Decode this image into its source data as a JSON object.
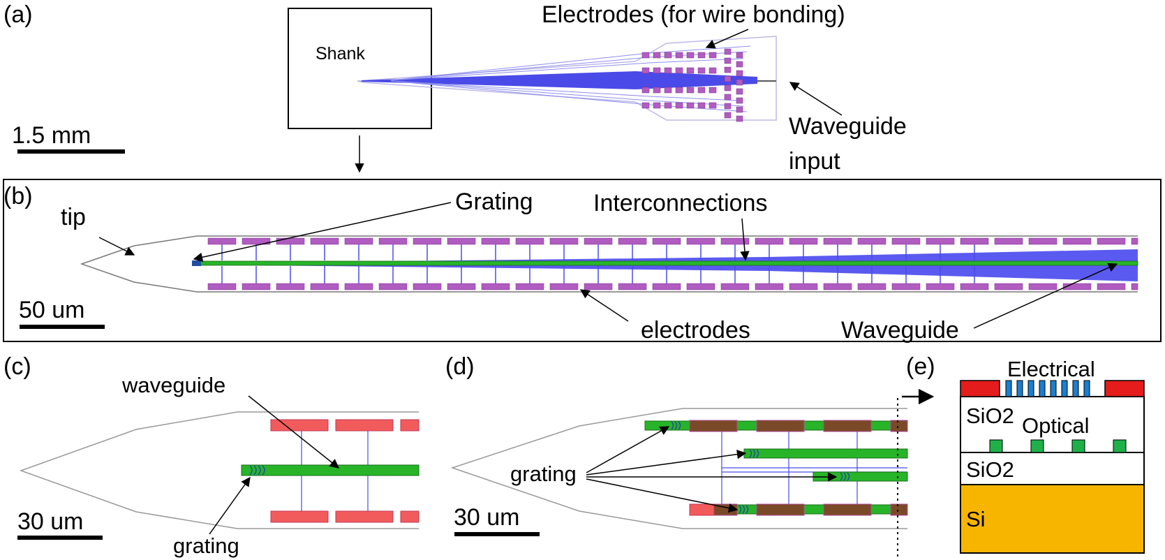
{
  "panels": {
    "a": {
      "letter": "(a)",
      "shank_label": "Shank",
      "electrodes_label": "Electrodes (for wire bonding)",
      "waveguide_input_label_line1": "Waveguide",
      "waveguide_input_label_line2": "input",
      "scale_label": "1.5 mm"
    },
    "b": {
      "letter": "(b)",
      "tip_label": "tip",
      "grating_label": "Grating",
      "interconnections_label": "Interconnections",
      "electrodes_label": "electrodes",
      "waveguide_label": "Waveguide",
      "scale_label": "50 um"
    },
    "c": {
      "letter": "(c)",
      "waveguide_label": "waveguide",
      "grating_label": "grating",
      "scale_label": "30 um"
    },
    "d": {
      "letter": "(d)",
      "grating_label": "grating",
      "scale_label": "30 um"
    },
    "e": {
      "letter": "(e)",
      "electrical_label": "Electrical",
      "sio2_top_label": "SiO2",
      "optical_label": "Optical",
      "sio2_bottom_label": "SiO2",
      "si_label": "Si"
    }
  },
  "colors": {
    "electrode_purple": "#b05cc0",
    "electrode_edge": "#7a2f90",
    "interconnect_blue": "#4a4ae8",
    "waveguide_green": "#28b428",
    "electrode_red": "#f25b5b",
    "electrode_brown": "#7a4a28",
    "si_orange": "#f7b500",
    "metal_red": "#e41c1c",
    "optical_green": "#1fb04a",
    "electrical_blue": "#1a7fd0"
  }
}
